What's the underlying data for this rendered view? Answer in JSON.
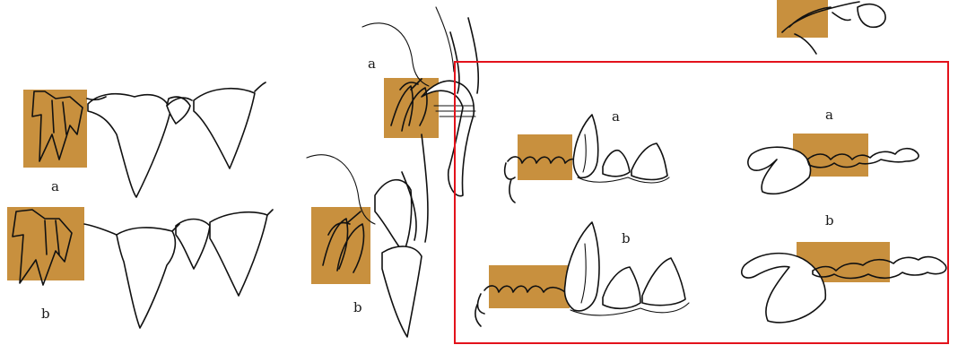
{
  "colors": {
    "jaw_box": "#c8903e",
    "highlight_frame": "#e3121b",
    "ink": "#111111",
    "background": "#ffffff"
  },
  "labels": {
    "p1_a": "a",
    "p1_b": "b",
    "p2_a": "a",
    "p2_b": "b",
    "p3_a": "a",
    "p3_b": "b",
    "p4_a": "a",
    "p4_b": "b"
  }
}
